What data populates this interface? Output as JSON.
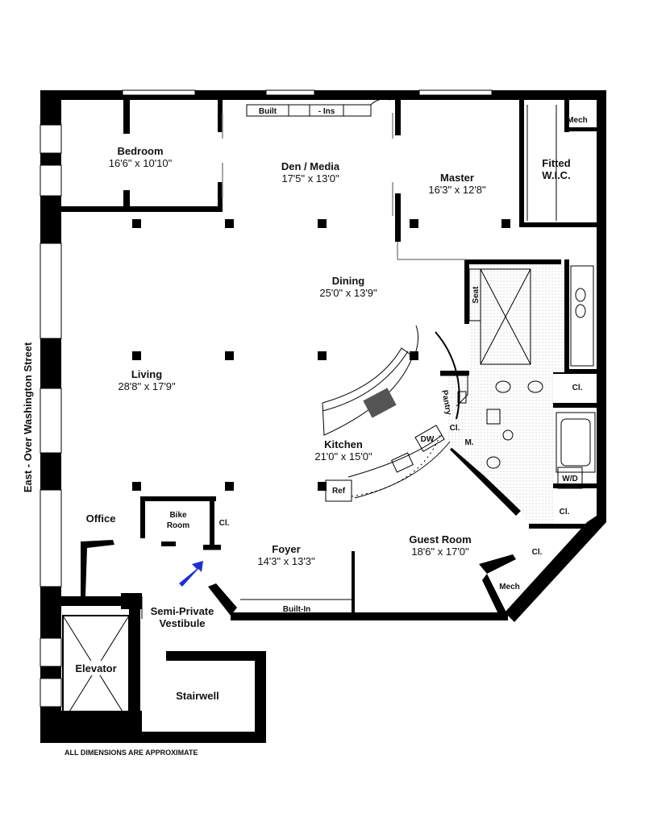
{
  "street_label": "East - Over Washington Street",
  "rooms": {
    "bedroom": {
      "name": "Bedroom",
      "dim": "16'6\"  x  10'10\""
    },
    "den": {
      "name": "Den / Media",
      "dim": "17'5\"  x  13'0\""
    },
    "master": {
      "name": "Master",
      "dim": "16'3\"  x  12'8\""
    },
    "wic": {
      "name_line1": "Fitted",
      "name_line2": "W.I.C."
    },
    "dining": {
      "name": "Dining",
      "dim": "25'0\"  x  13'9\""
    },
    "living": {
      "name": "Living",
      "dim": "28'8\"  x  17'9\""
    },
    "kitchen": {
      "name": "Kitchen",
      "dim": "21'0\"  x  15'0\""
    },
    "office": {
      "name": "Office"
    },
    "bike": {
      "name_line1": "Bike",
      "name_line2": "Room"
    },
    "foyer": {
      "name": "Foyer",
      "dim": "14'3\"  x  13'3\""
    },
    "guest": {
      "name": "Guest Room",
      "dim": "18'6\"  x  17'0\""
    },
    "vestibule": {
      "name_line1": "Semi-Private",
      "name_line2": "Vestibule"
    },
    "elevator": {
      "name": "Elevator"
    },
    "stairwell": {
      "name": "Stairwell"
    }
  },
  "labels": {
    "mech_top": "Mech",
    "mech_bottom": "Mech",
    "built_top_left": "Built",
    "built_top_right": "- Ins",
    "built_in_bottom": "Built-In",
    "seat": "Seat",
    "pantry": "Pantry",
    "dw": "DW",
    "ref": "Ref",
    "m": "M.",
    "wd": "W/D",
    "cl_bike": "Cl.",
    "cl_kitchen": "Cl.",
    "cl_bath": "Cl.",
    "cl_hall": "Cl.",
    "cl_guest": "Cl."
  },
  "footer_note": "All dimensions are approximate",
  "colors": {
    "wall": "#000000",
    "entry_arrow": "#1f2fd6",
    "tile": "#d9d9d9"
  }
}
